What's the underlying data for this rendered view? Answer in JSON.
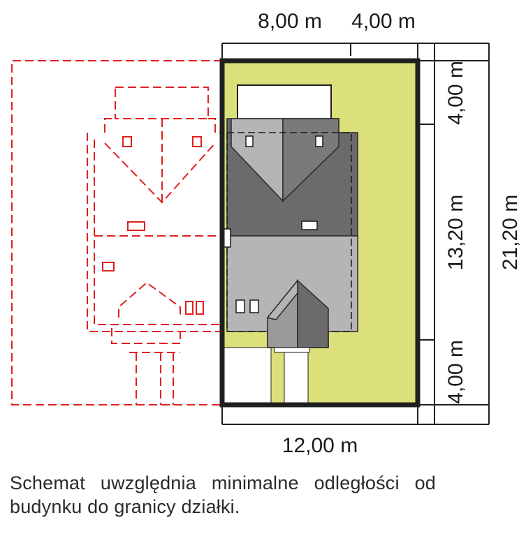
{
  "dimensions": {
    "top_left": "8,00 m",
    "top_right": "4,00 m",
    "right_top": "4,00 m",
    "right_middle": "13,20 m",
    "right_bottom": "4,00 m",
    "right_total": "21,20 m",
    "bottom": "12,00 m"
  },
  "caption": {
    "line1": "Schemat uwzględnia minimalne odległości od",
    "line2": "budynku do granicy działki."
  },
  "colors": {
    "plot_fill": "#dbe07a",
    "roof_dark": "#6b6b6b",
    "roof_light": "#b5b5b5",
    "neighbor_outline": "#e02020",
    "border": "#1f1f1f"
  }
}
